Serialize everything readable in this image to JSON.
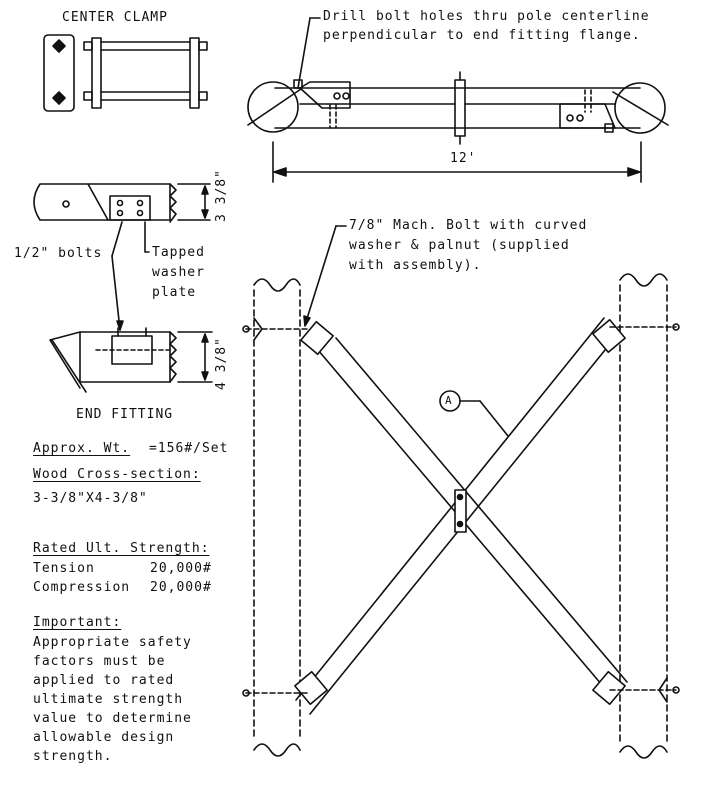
{
  "center_clamp": {
    "title": "CENTER CLAMP"
  },
  "top_view": {
    "drill_note_line1": "Drill bolt holes thru pole centerline",
    "drill_note_line2": "perpendicular to end fitting flange.",
    "length": "12'"
  },
  "end_fitting": {
    "dim_top": "3 3/8\"",
    "dim_bottom": "4 3/8\"",
    "bolts_label": "1/2\" bolts",
    "washer_line1": "Tapped",
    "washer_line2": "washer",
    "washer_line3": "plate",
    "title": "END FITTING"
  },
  "assembly": {
    "bolt_note_line1": "7/8\" Mach. Bolt with curved",
    "bolt_note_line2": "washer & palnut (supplied",
    "bolt_note_line3": "with assembly).",
    "callout": "A"
  },
  "specs": {
    "weight_label": "Approx. Wt.",
    "weight_value": "=156#/Set",
    "section_label": "Wood Cross-section:",
    "section_value": "3-3/8\"X4-3/8\"",
    "strength_label": "Rated Ult. Strength:",
    "tension_label": "Tension",
    "tension_value": "20,000#",
    "compression_label": "Compression",
    "compression_value": "20,000#",
    "important_label": "Important:",
    "important_lines": [
      "Appropriate safety",
      "factors must be",
      "applied to rated",
      "ultimate strength",
      "value to determine",
      "allowable design",
      "strength."
    ]
  }
}
